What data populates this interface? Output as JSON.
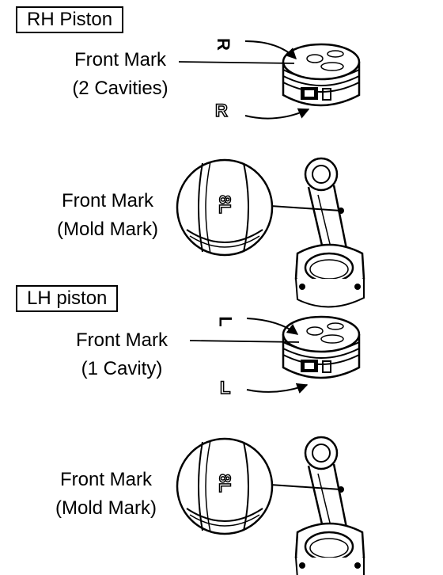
{
  "rh": {
    "title": "RH Piston",
    "piston_mark_label": [
      "Front Mark",
      "(2 Cavities)"
    ],
    "rod_mark_label": [
      "Front Mark",
      "(Mold Mark)"
    ],
    "top_mark": "R",
    "side_mark": "R",
    "mold_text": "8L"
  },
  "lh": {
    "title": "LH piston",
    "piston_mark_label": [
      "Front Mark",
      "(1 Cavity)"
    ],
    "rod_mark_label": [
      "Front Mark",
      "(Mold Mark)"
    ],
    "top_mark": "L",
    "side_mark": "L",
    "mold_text": "8L"
  }
}
